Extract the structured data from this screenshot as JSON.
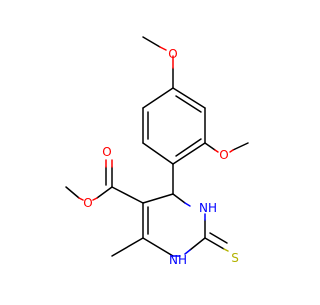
{
  "colors": {
    "background": "#ffffff",
    "bond": "#000000",
    "oxygen": "#ff0000",
    "nitrogen": "#0000ff",
    "sulfur": "#b2b200"
  },
  "atoms": {
    "o_top": "O",
    "o_right": "O",
    "o_ester_double": "O",
    "o_ester_single": "O",
    "nh_upper": "NH",
    "nh_lower": "NH",
    "s_thione": "S"
  }
}
